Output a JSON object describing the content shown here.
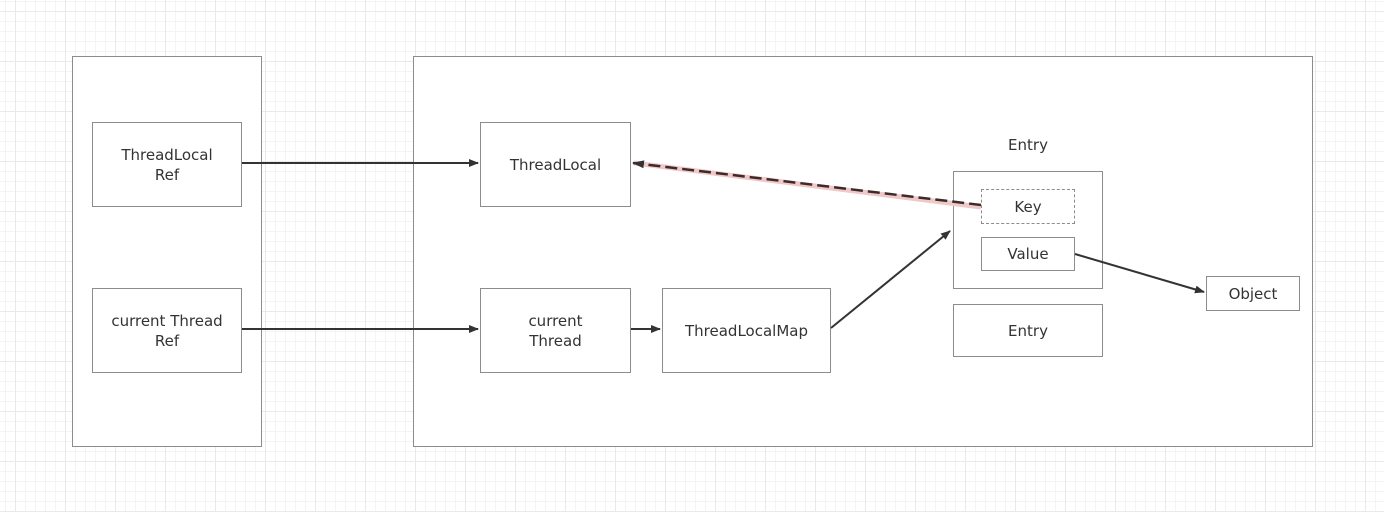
{
  "nodes": {
    "threadlocal_ref": "ThreadLocal\nRef",
    "current_thread_ref": "current Thread\nRef",
    "threadlocal": "ThreadLocal",
    "current_thread": "current\nThread",
    "threadlocalmap": "ThreadLocalMap",
    "entry_caption": "Entry",
    "entry_key": "Key",
    "entry_value": "Value",
    "entry_second": "Entry",
    "object": "Object"
  },
  "edges": [
    {
      "from": "threadlocal_ref",
      "to": "threadlocal",
      "style": "solid"
    },
    {
      "from": "current_thread_ref",
      "to": "current_thread",
      "style": "solid"
    },
    {
      "from": "current_thread",
      "to": "threadlocalmap",
      "style": "solid"
    },
    {
      "from": "threadlocalmap",
      "to": "entry",
      "style": "solid"
    },
    {
      "from": "entry_key",
      "to": "threadlocal",
      "style": "dashed"
    },
    {
      "from": "entry_value",
      "to": "object",
      "style": "solid"
    }
  ],
  "colors": {
    "edge": "#333333",
    "weak_reference_edge": "#3d2b2b",
    "weak_reference_shadow": "#f0c8c8"
  }
}
